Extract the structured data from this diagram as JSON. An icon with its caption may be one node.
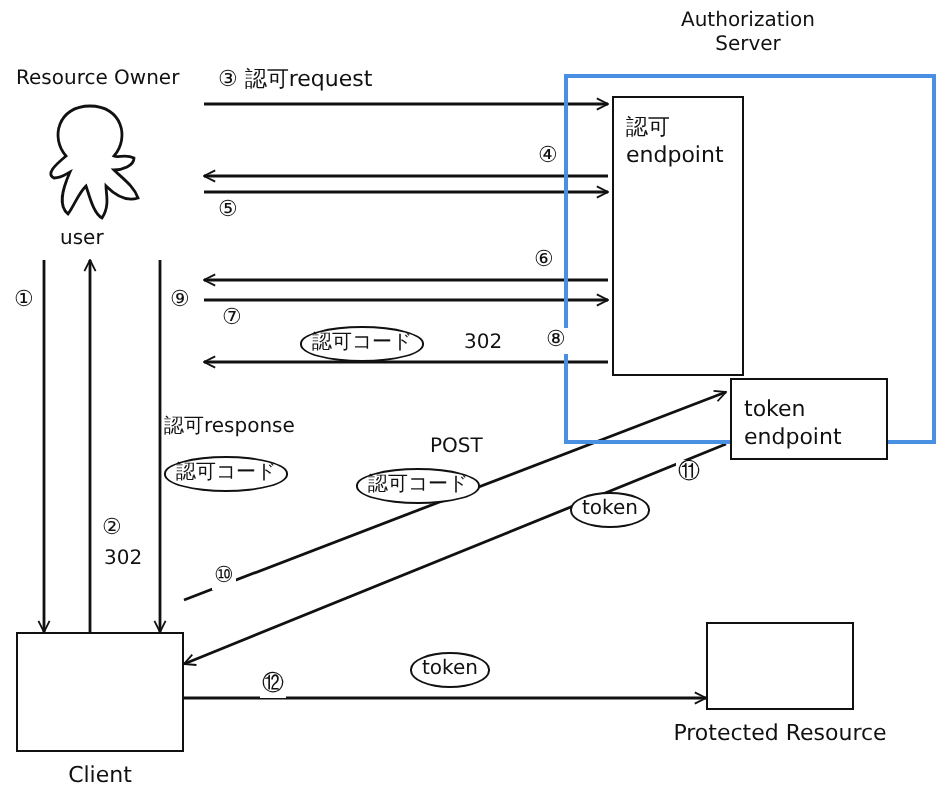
{
  "diagram": {
    "nodes": [
      {
        "text": [
          "Resource Owner",
          "user"
        ]
      },
      {
        "text": [
          "Authorization Server"
        ]
      },
      {
        "text": [
          "認可 endpoint"
        ],
        "in": 1
      },
      {
        "text": [
          "token endpoint"
        ],
        "in": 1
      },
      {
        "text": [
          "Client"
        ]
      },
      {
        "text": [
          "Protected Resource"
        ]
      }
    ],
    "edges": [
      {
        "from": 0,
        "to": 4,
        "arrow": "to",
        "label": "①"
      },
      {
        "from": 4,
        "to": 0,
        "arrow": "to",
        "label": "②"
      },
      {
        "from": 0,
        "to": 2,
        "arrow": "to",
        "label": "③ 認可request"
      },
      {
        "from": 2,
        "to": 0,
        "arrow": "to",
        "label": "④"
      },
      {
        "from": 0,
        "to": 2,
        "arrow": "to",
        "label": "⑤"
      },
      {
        "from": 2,
        "to": 0,
        "arrow": "to",
        "label": "⑥"
      },
      {
        "from": 0,
        "to": 2,
        "arrow": "to",
        "label": "⑦"
      },
      {
        "from": 2,
        "to": 0,
        "arrow": "to",
        "label": "⑧"
      },
      {
        "from": 0,
        "to": 4,
        "arrow": "to",
        "label": "⑨"
      },
      {
        "from": 4,
        "to": 3,
        "arrow": "to",
        "label": "⑩"
      },
      {
        "from": 3,
        "to": 4,
        "arrow": "to",
        "label": "⑪"
      },
      {
        "from": 4,
        "to": 5,
        "arrow": "to",
        "label": "⑫"
      }
    ],
    "labels": [
      "認可コード",
      "302",
      "認可response",
      "POST",
      "認可コード",
      "認可コード",
      "token",
      "302",
      "token"
    ]
  }
}
